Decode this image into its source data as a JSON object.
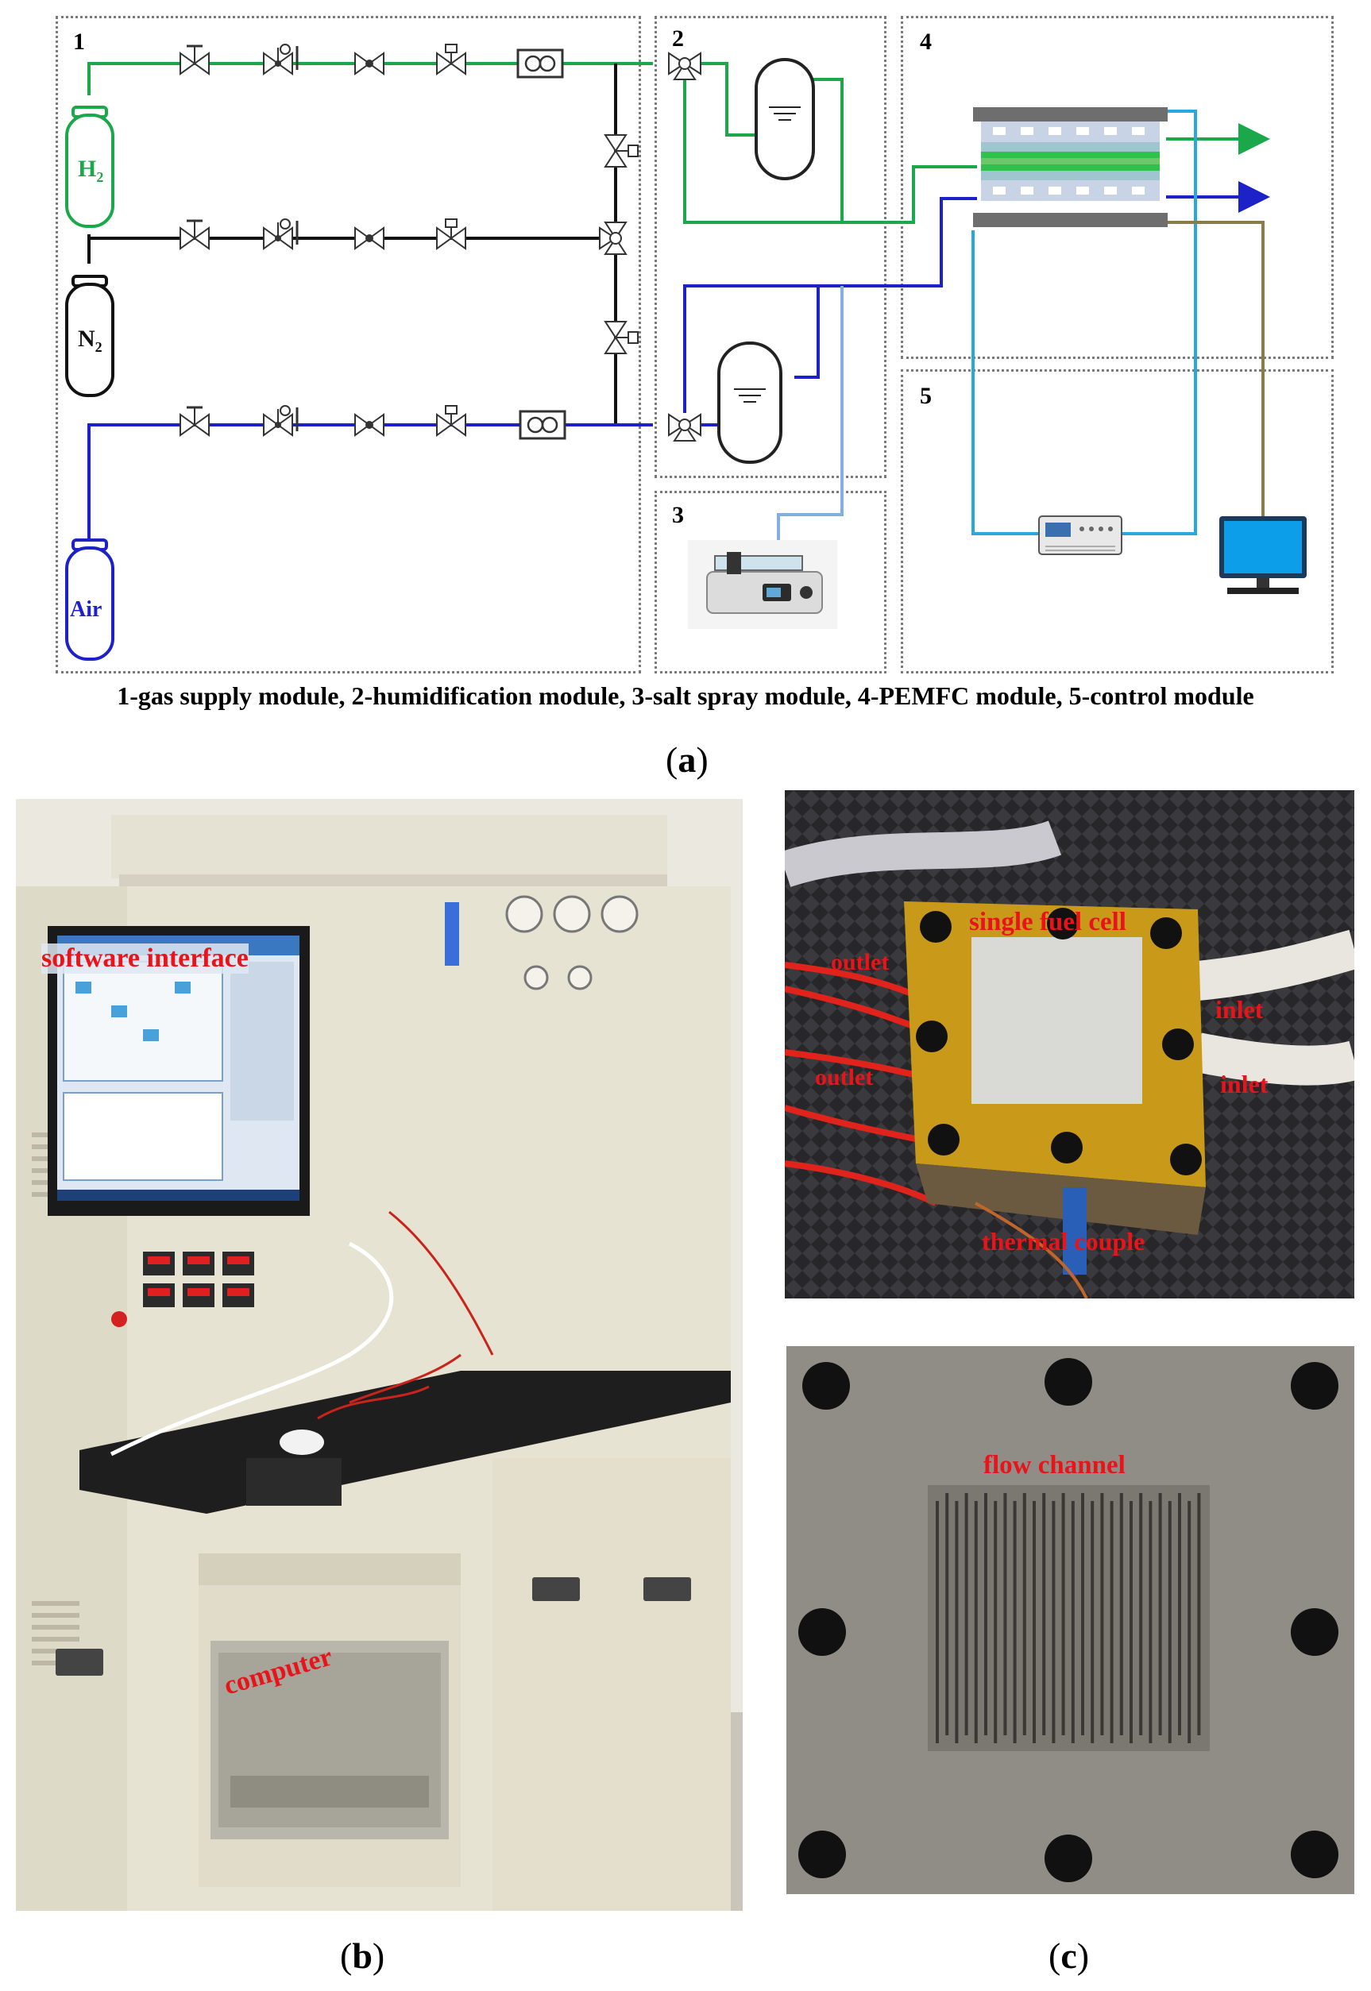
{
  "figure_a": {
    "panel_label": "a",
    "modules": [
      {
        "num": "1"
      },
      {
        "num": "2"
      },
      {
        "num": "3"
      },
      {
        "num": "4"
      },
      {
        "num": "5"
      }
    ],
    "cylinders": {
      "h2_main": "H",
      "h2_sub": "2",
      "n2_main": "N",
      "n2_sub": "2",
      "air": "Air"
    },
    "caption": "1-gas supply module, 2-humidification module, 3-salt spray module, 4-PEMFC module, 5-control module",
    "colors": {
      "hydrogen_line": "#1aa84a",
      "nitrogen_line": "#111111",
      "air_line": "#1c22c8",
      "thermal_line": "#29a8e0",
      "signal_line": "#8b7a4a",
      "spray_line": "#7fb0e0"
    }
  },
  "figure_b": {
    "panel_label": "b",
    "labels": {
      "software": "software interface",
      "computer": "computer"
    }
  },
  "figure_c_top": {
    "labels": {
      "cell": "single fuel cell",
      "outlet1": "outlet",
      "outlet2": "outlet",
      "inlet1": "inlet",
      "inlet2": "inlet",
      "thermo": "thermal couple"
    }
  },
  "figure_c_bottom": {
    "label": "flow channel"
  },
  "figure_c": {
    "panel_label": "c"
  }
}
